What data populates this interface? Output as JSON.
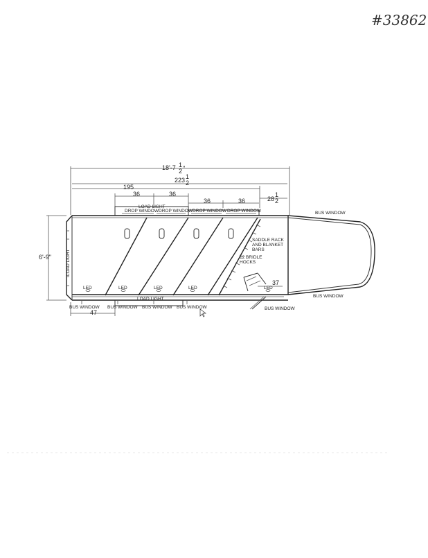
{
  "stock_number": "#33862",
  "dimensions": {
    "overall_length": "18'-7",
    "overall_length_frac_num": "1",
    "overall_length_frac_den": "2",
    "overall_length_mark": "\"",
    "interior_length": "223",
    "interior_length_frac_num": "1",
    "interior_length_frac_den": "2",
    "stall_section": "195",
    "stall_1": "36",
    "stall_2": "36",
    "stall_3": "36",
    "stall_4": "36",
    "gooseneck_offset": "28",
    "gooseneck_offset_frac_num": "1",
    "gooseneck_offset_frac_den": "2",
    "width": "6'-9\"",
    "bottom_spacing": "47",
    "tack_door": "37"
  },
  "labels": {
    "load_light_top": "LOAD LIGHT",
    "drop_window_1": "DROP WINDOW",
    "drop_window_2": "DROP WINDOW",
    "drop_window_3": "DROP WINDOW",
    "drop_window_4": "DROP WINDOW",
    "bus_window_gooseneck_top": "BUS WINDOW",
    "saddle_rack": "SADDLE RACK",
    "and_blanket": "AND BLANKET",
    "bars": "BARS",
    "bridle_hooks_1": "12 BRIDLE",
    "bridle_hooks_2": "HOCKS",
    "load_light_rear": "LOAD LIGHT",
    "led_1": "LED",
    "led_2": "LED",
    "led_3": "LED",
    "led_4": "LED",
    "led_5": "LED",
    "load_light_bottom": "LOAD LIGHT",
    "bus_window_1": "BUS WINDOW",
    "bus_window_2": "BUS WINDOW",
    "bus_window_3": "BUS WINDOW",
    "bus_window_4": "BUS WINDOW",
    "bus_window_tack": "BUS WINDOW",
    "bus_window_gooseneck_bottom": "BUS WINDOW"
  }
}
